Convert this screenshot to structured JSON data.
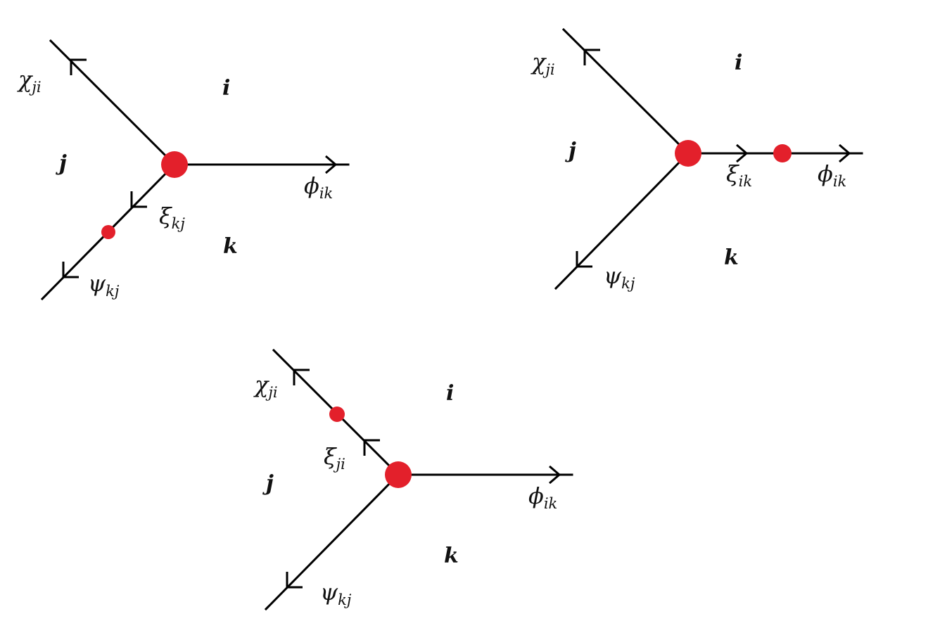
{
  "colors": {
    "line": "#000000",
    "vertex": "#e3202b",
    "text": "#111111"
  },
  "diagrams": [
    {
      "regions": {
        "top": "i",
        "left": "j",
        "bottom": "k"
      },
      "lines": {
        "upper_left": {
          "base": "χ",
          "sub": "ji"
        },
        "right": {
          "base": "ϕ",
          "sub": "ik"
        },
        "lower_left_inner": {
          "base": "ξ",
          "sub": "kj"
        },
        "lower_left_outer": {
          "base": "ψ",
          "sub": "kj"
        }
      }
    },
    {
      "regions": {
        "top": "i",
        "left": "j",
        "bottom": "k"
      },
      "lines": {
        "upper_left": {
          "base": "χ",
          "sub": "ji"
        },
        "right_inner": {
          "base": "ξ",
          "sub": "ik"
        },
        "right_outer": {
          "base": "ϕ",
          "sub": "ik"
        },
        "lower_left": {
          "base": "ψ",
          "sub": "kj"
        }
      }
    },
    {
      "regions": {
        "top": "i",
        "left": "j",
        "bottom": "k"
      },
      "lines": {
        "upper_left_outer": {
          "base": "χ",
          "sub": "ji"
        },
        "upper_left_inner": {
          "base": "ξ",
          "sub": "ji"
        },
        "right": {
          "base": "ϕ",
          "sub": "ik"
        },
        "lower_left": {
          "base": "ψ",
          "sub": "kj"
        }
      }
    }
  ]
}
